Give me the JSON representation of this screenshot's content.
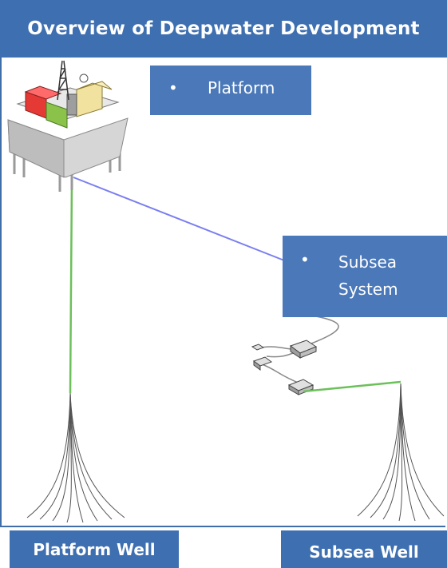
{
  "title": "Overview of Deepwater Development",
  "callouts": {
    "platform": {
      "bullet": "•",
      "label": "Platform"
    },
    "subsea": {
      "bullet": "•",
      "label": "Subsea System"
    }
  },
  "labels": {
    "platform_well": "Platform Well",
    "subsea_well": "Subsea Well"
  },
  "colors": {
    "title_bg": "#3e6fb0",
    "callout_bg": "#4a78b8",
    "flowline_green": "#6cc05a",
    "tieback_blue": "#7a7ff0",
    "frame_border": "#3f6ea8"
  },
  "icons": [
    "platform-icon",
    "subsea-manifold-icon",
    "well-fan-icon"
  ]
}
